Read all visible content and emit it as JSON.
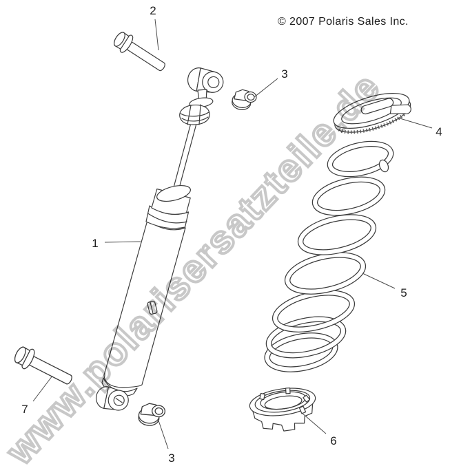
{
  "copyright": {
    "text": "© 2007 Polaris Sales Inc."
  },
  "watermark": {
    "text": "www.polarisersatzteile.de",
    "color": "#c4c4c4"
  },
  "diagram": {
    "background": "#ffffff",
    "line_color": "#3c3c3c",
    "callouts": [
      {
        "label": "1"
      },
      {
        "label": "2"
      },
      {
        "label": "3"
      },
      {
        "label": "4"
      },
      {
        "label": "5"
      },
      {
        "label": "6"
      },
      {
        "label": "7"
      },
      {
        "label": "3"
      }
    ]
  }
}
